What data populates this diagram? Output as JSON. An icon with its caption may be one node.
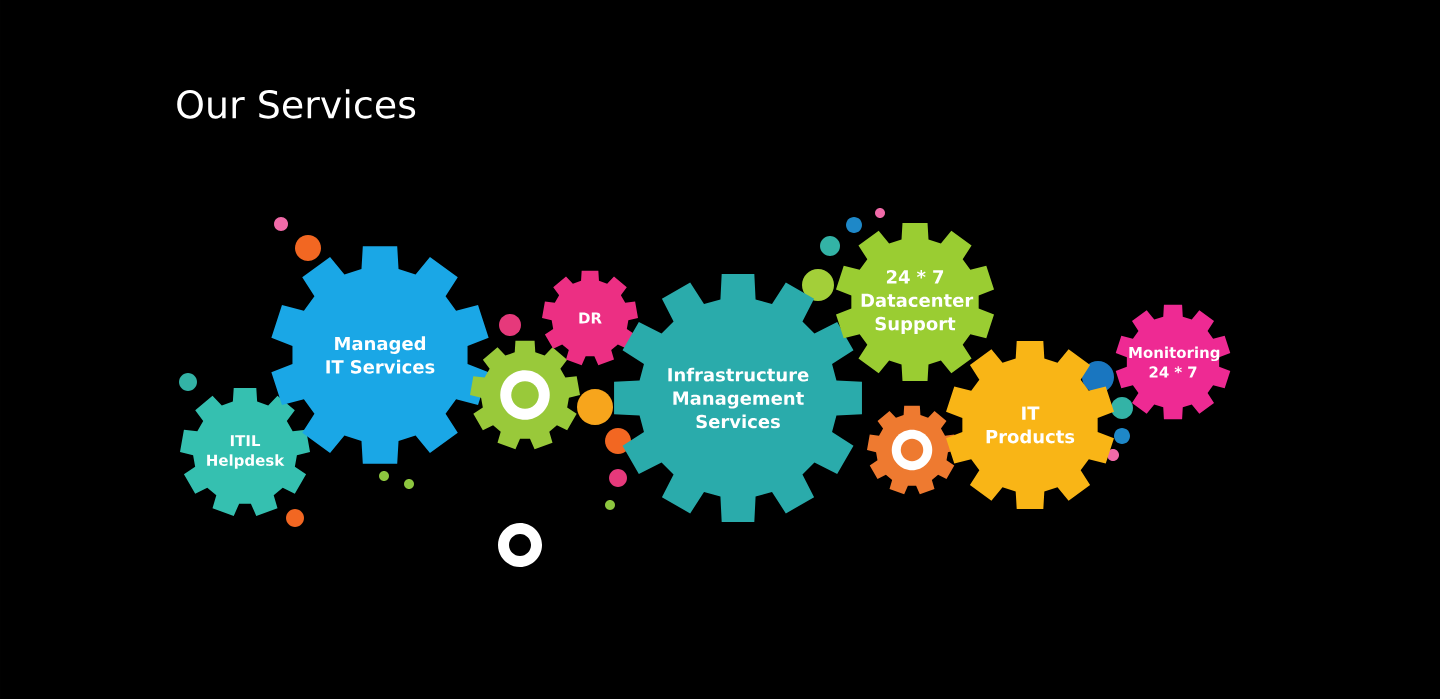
{
  "diagram": {
    "title": "Our Services",
    "nodes": [
      {
        "text": [
          "ITIL Helpdesk"
        ]
      },
      {
        "text": [
          "Managed IT Services"
        ]
      },
      {
        "text": [],
        "shape": "gear"
      },
      {
        "text": [
          "DR"
        ]
      },
      {
        "text": [
          "Infrastructure Management Services"
        ]
      },
      {
        "text": [
          "24 * 7 Datacenter Support"
        ]
      },
      {
        "text": [],
        "shape": "gear"
      },
      {
        "text": [
          "IT Products"
        ]
      },
      {
        "text": [
          "Monitoring 24 * 7"
        ]
      }
    ]
  }
}
